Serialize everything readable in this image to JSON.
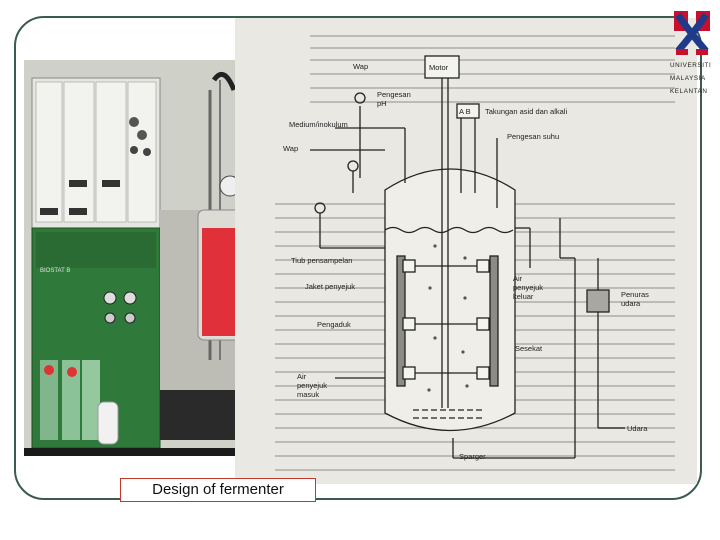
{
  "caption": "Design of fermenter",
  "logo": {
    "line1": "UNIVERSITI",
    "line2": "MALAYSIA",
    "line3": "KELANTAN"
  },
  "photo": {
    "panel_label": "BIOSTAT B"
  },
  "diagram": {
    "labels": {
      "wap_top": "Wap",
      "motor": "Motor",
      "pengesan_ph": "Pengesan pH",
      "medium": "Medium/inokulum",
      "takungan": "Takungan asid dan alkali",
      "ab": "A B",
      "wap_left": "Wap",
      "pengesan_suhu": "Pengesan suhu",
      "tiub": "Tiub pensampelan",
      "jaket": "Jaket penyejuk",
      "air_keluar": "Air penyejuk keluar",
      "penuras": "Penuras udara",
      "pengaduk": "Pengaduk",
      "sesekat": "Sesekat",
      "air_masuk": "Air penyejuk masuk",
      "udara": "Udara",
      "sparger": "Sparger"
    }
  },
  "colors": {
    "frame": "#3a5a52",
    "caption_border": "#c0392b",
    "logo_red": "#c8102e",
    "logo_blue": "#1f3a8a",
    "culture_red": "#e0303a",
    "cabinet_green": "#2f7a3a"
  }
}
